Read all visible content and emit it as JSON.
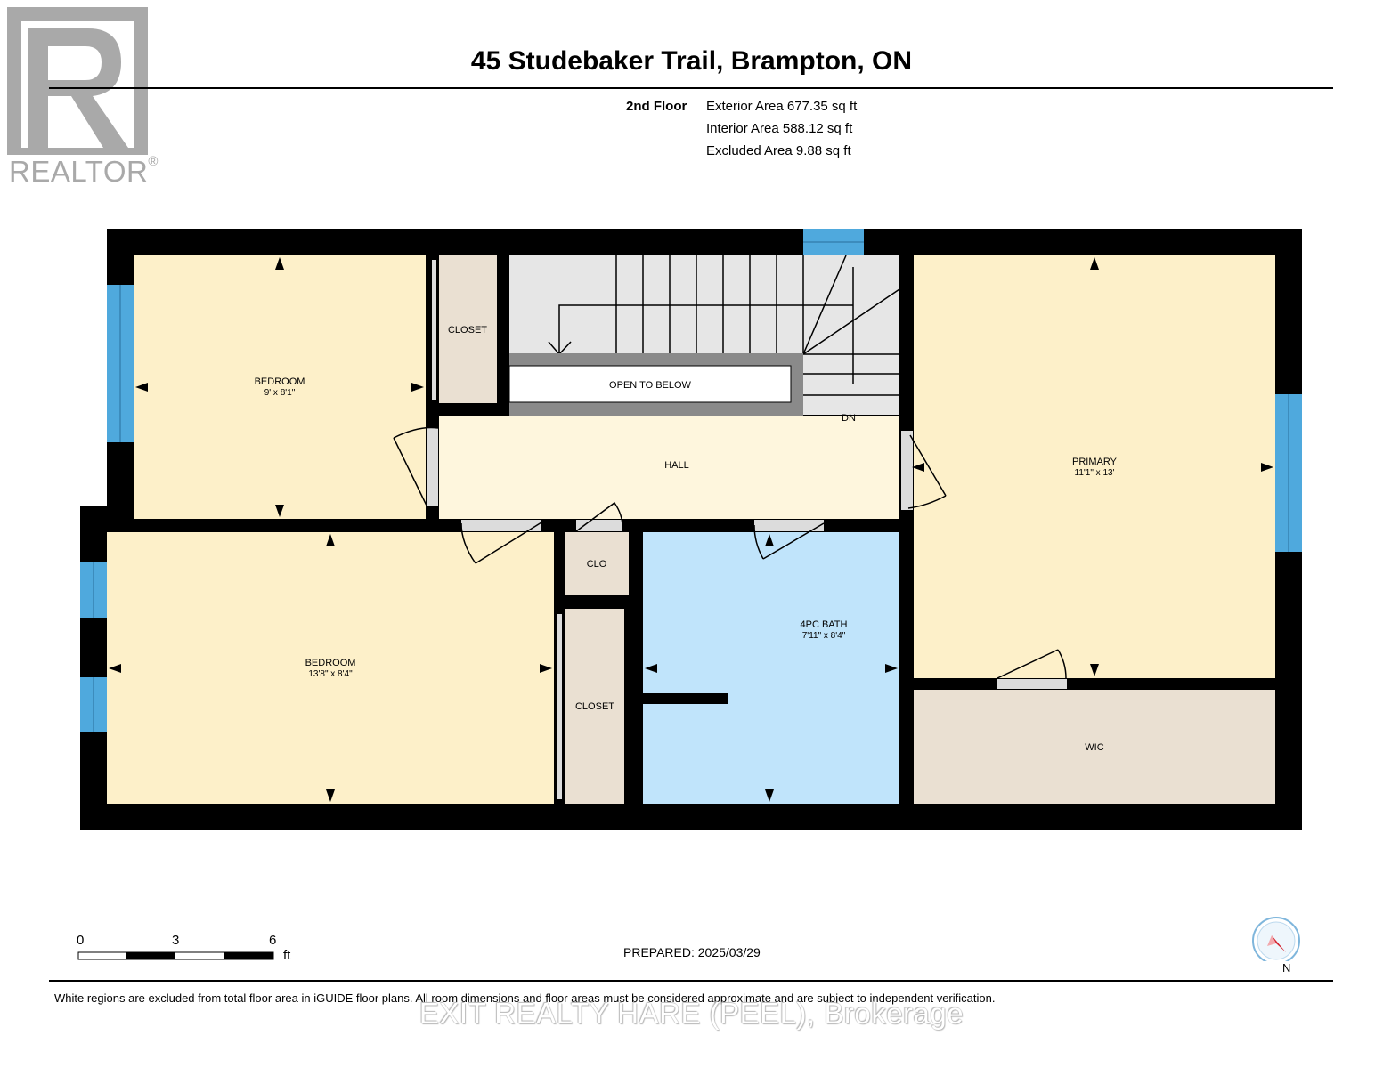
{
  "brand": {
    "logo_text": "REALTOR",
    "logo_mark": "®"
  },
  "header": {
    "title": "45 Studebaker Trail, Brampton, ON"
  },
  "floor": {
    "label": "2nd Floor",
    "exterior_area": "Exterior Area 677.35 sq ft",
    "interior_area": "Interior Area 588.12 sq ft",
    "excluded_area": "Excluded Area 9.88 sq ft"
  },
  "rooms": {
    "bedroom_1": {
      "name": "BEDROOM",
      "dims": "9' x 8'1\""
    },
    "closet_1": {
      "name": "CLOSET"
    },
    "open_below": {
      "name": "OPEN TO BELOW"
    },
    "stairs_dn": {
      "name": "DN"
    },
    "hall": {
      "name": "HALL"
    },
    "primary": {
      "name": "PRIMARY",
      "dims": "11'1\" x 13'"
    },
    "bedroom_2": {
      "name": "BEDROOM",
      "dims": "13'8\" x 8'4\""
    },
    "clo": {
      "name": "CLO"
    },
    "closet_2": {
      "name": "CLOSET"
    },
    "bath": {
      "name": "4PC BATH",
      "dims": "7'11\" x 8'4\""
    },
    "wic": {
      "name": "WIC"
    }
  },
  "scale": {
    "ticks": [
      "0",
      "3",
      "6"
    ],
    "unit": "ft"
  },
  "prepared": "PREPARED: 2025/03/29",
  "compass": {
    "north_label": "N"
  },
  "footer": {
    "disclaimer": "White regions are excluded from total floor area in iGUIDE floor plans. All room dimensions and floor areas must be considered approximate and are subject to independent verification.",
    "brokerage": "EXIT REALTY HARE (PEEL), Brokerage"
  },
  "colors": {
    "wall": "#000000",
    "bedroom_fill": "#fdf0c9",
    "hall_fill": "#fef6dd",
    "closet_fill": "#eae0d2",
    "bath_fill": "#c0e4fb",
    "stair_fill": "#e6e6e6",
    "window": "#4fa9dd",
    "logo_gray": "#a9a9a9"
  }
}
